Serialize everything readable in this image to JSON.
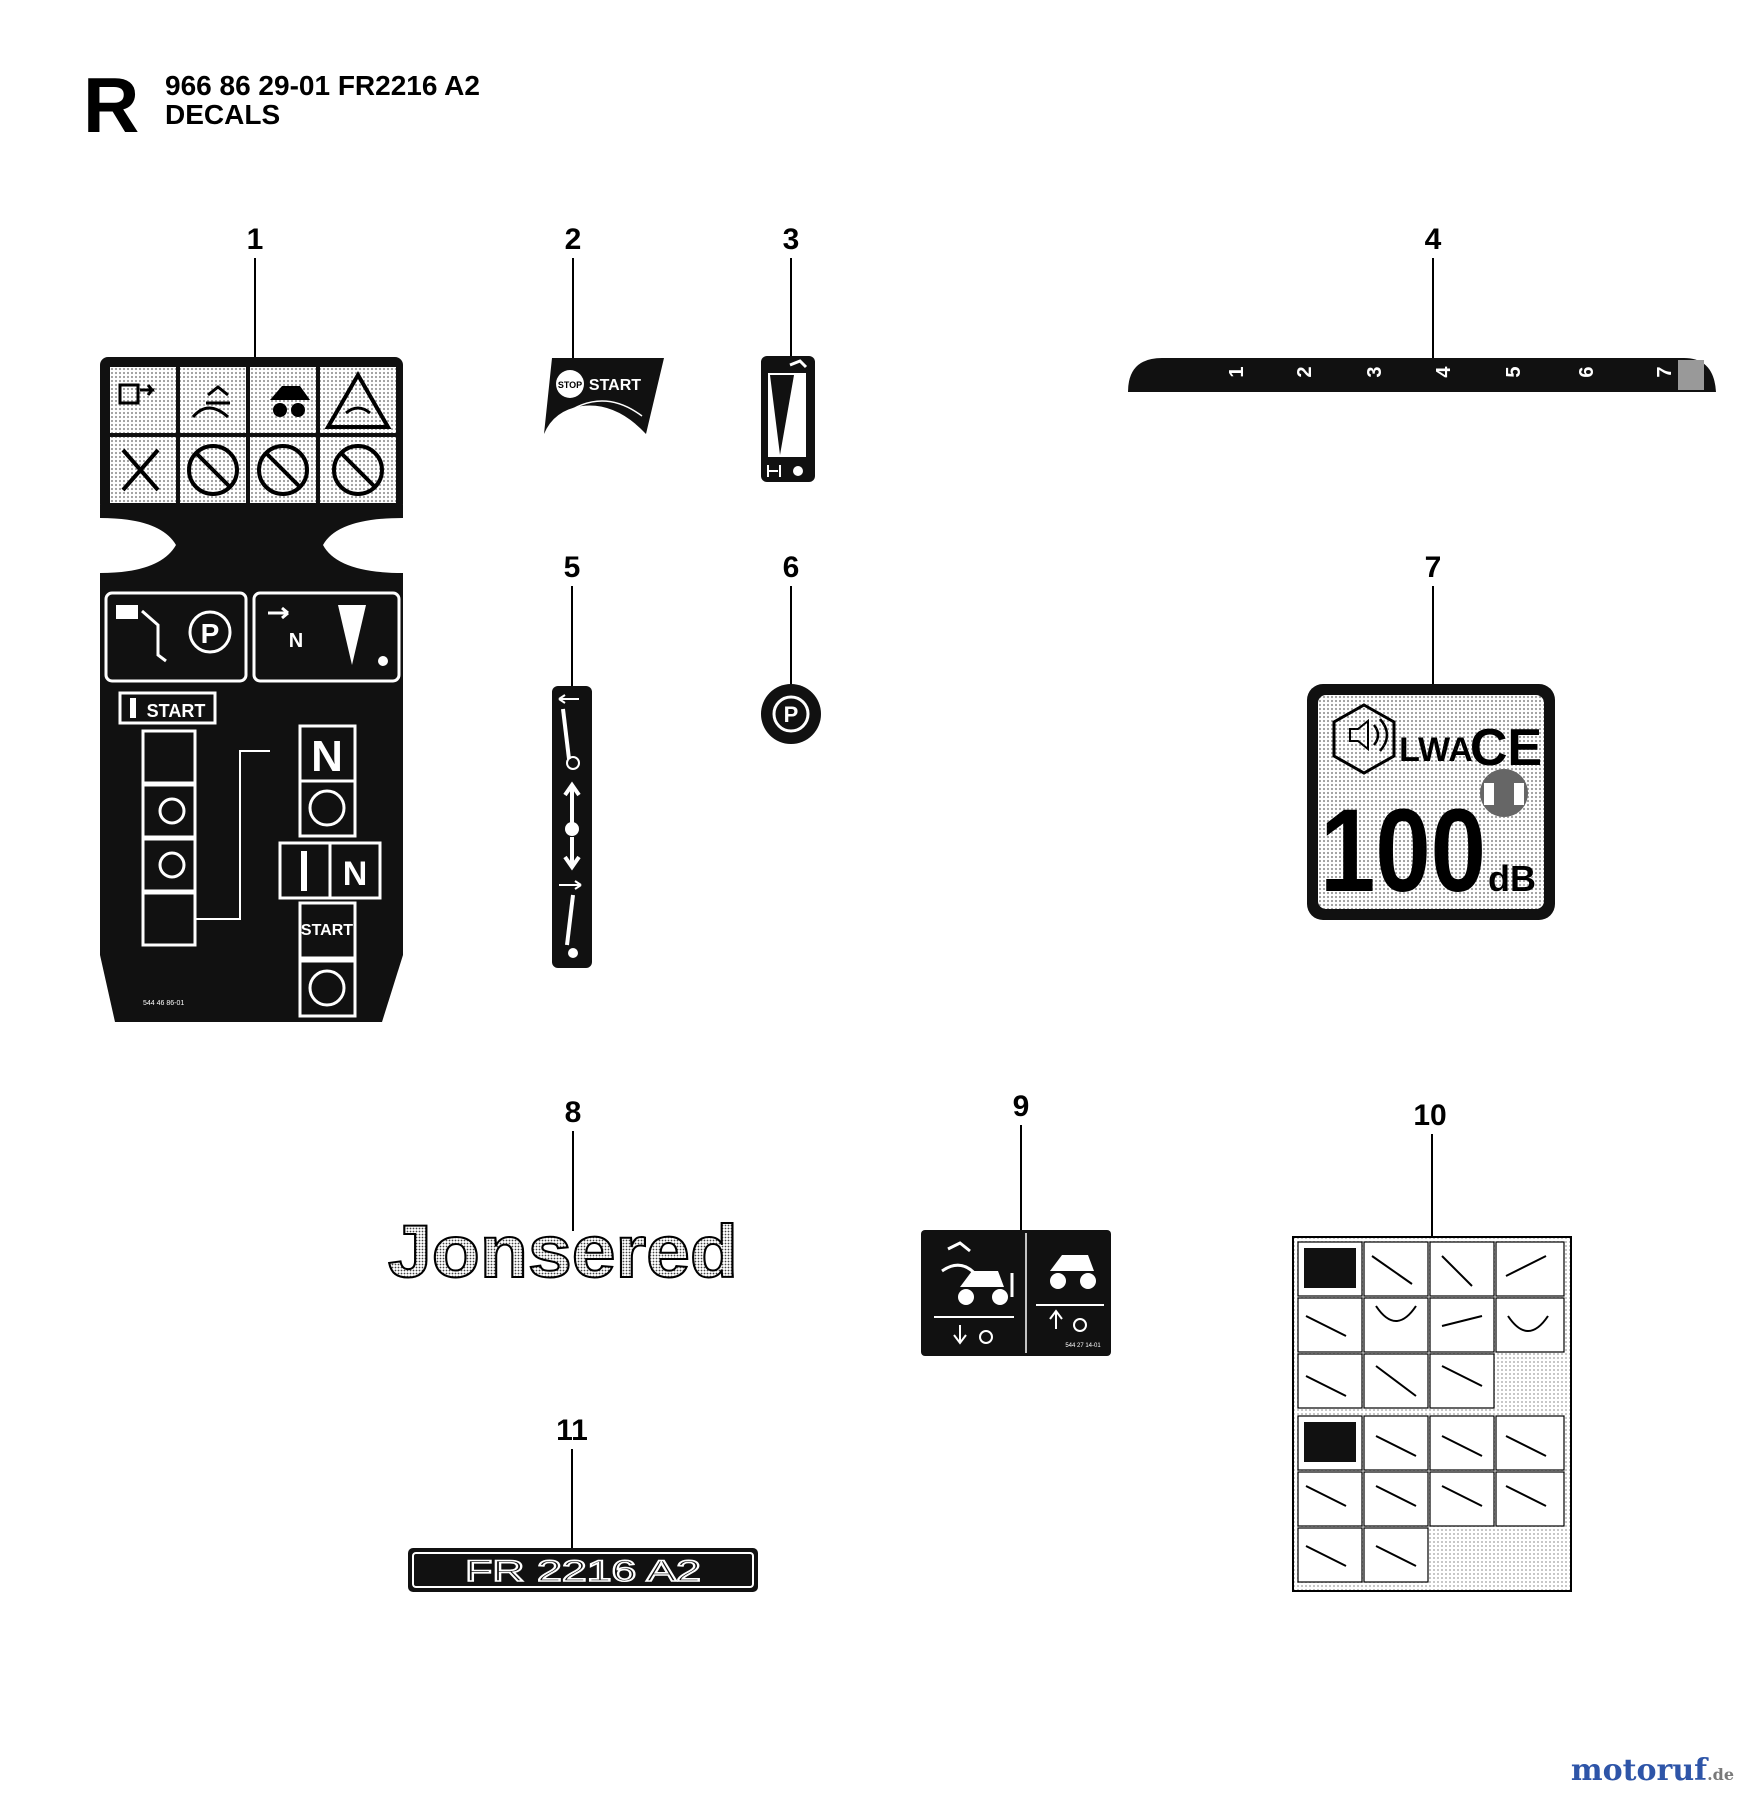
{
  "header": {
    "section_letter": "R",
    "part_line": "966 86 29-01 FR2216 A2",
    "title": "DECALS"
  },
  "callouts": [
    "1",
    "2",
    "3",
    "4",
    "5",
    "6",
    "7",
    "8",
    "9",
    "10",
    "11"
  ],
  "decal1": {
    "start_label": "START",
    "n_label": "N",
    "part_no": "544 46 86-01"
  },
  "decal2": {
    "stop_label": "STOP",
    "start_label": "START"
  },
  "decal4": {
    "marks": [
      "1",
      "2",
      "3",
      "4",
      "5",
      "6",
      "7"
    ]
  },
  "decal6": {
    "symbol": "P"
  },
  "decal7": {
    "lwa": "LWA",
    "ce": "CE",
    "level": "100",
    "unit": "dB"
  },
  "decal8": {
    "brand": "Jonsered"
  },
  "decal9": {
    "part_no": "544 27 14-01"
  },
  "decal11": {
    "model": "FR 2216 A2"
  },
  "watermark": {
    "name": "motoruf",
    "tld": ".de"
  }
}
